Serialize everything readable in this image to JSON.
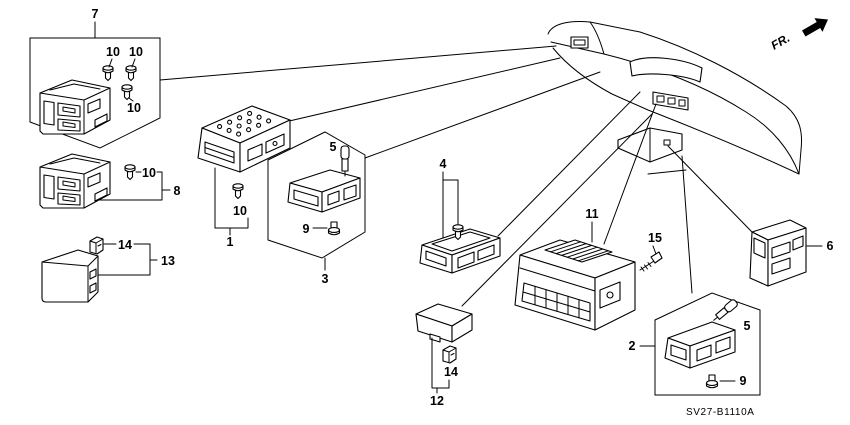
{
  "labels": {
    "p7": "7",
    "p7_clip_a": "10",
    "p7_clip_b": "10",
    "p7_clip_c": "10",
    "p8": "8",
    "p8_clip": "10",
    "p13": "13",
    "p13_clip": "14",
    "p1": "1",
    "p1_clip": "10",
    "p3": "3",
    "p3_bulb": "5",
    "p3_socket": "9",
    "p4": "4",
    "p11": "11",
    "p15": "15",
    "p12": "12",
    "p12_clip": "14",
    "p6": "6",
    "p2": "2",
    "p2_bulb": "5",
    "p2_socket": "9"
  },
  "front_marker": "FR.",
  "diagram_code": "SV27-B1110A",
  "colors": {
    "line": "#000000",
    "background": "#ffffff"
  }
}
